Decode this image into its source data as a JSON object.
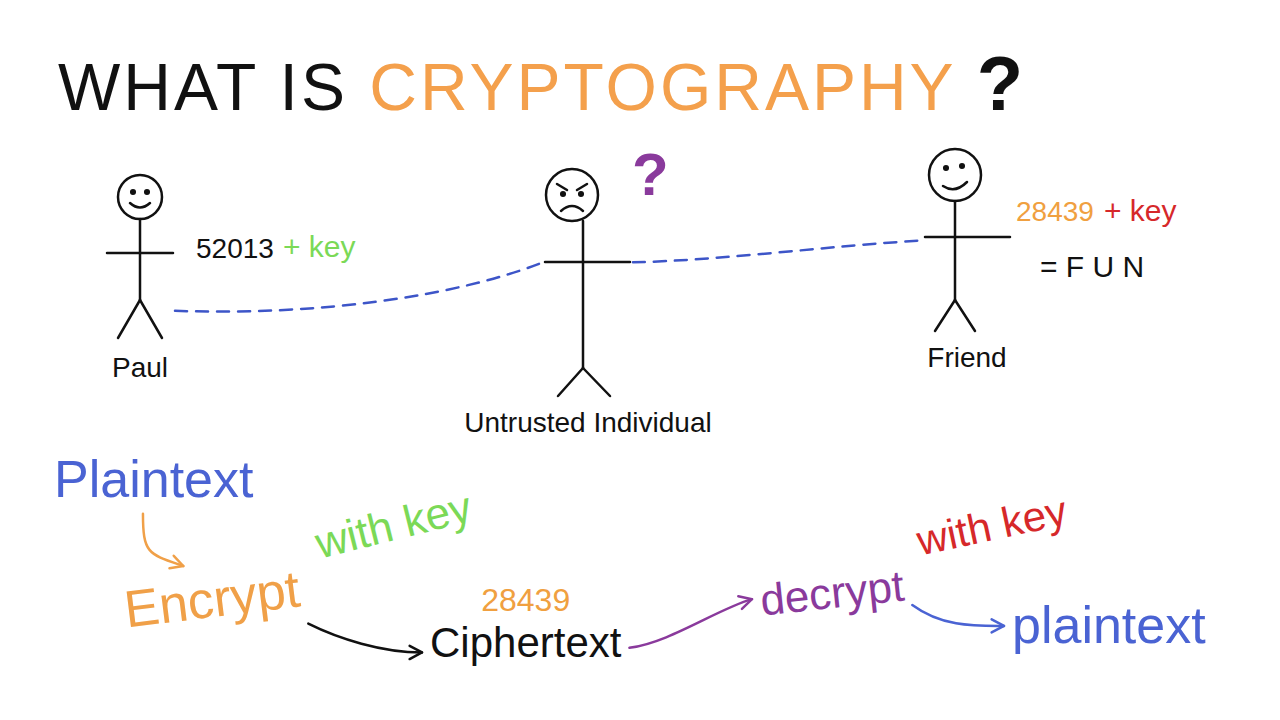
{
  "diagram": {
    "title": "WHAT IS CRYPTOGRAPHY ?",
    "nodes": [
      {
        "text": [
          "Paul"
        ]
      },
      {
        "text": [
          "Untrusted Individual"
        ]
      },
      {
        "text": [
          "Friend"
        ]
      },
      {
        "text": [
          "Plaintext"
        ]
      },
      {
        "text": [
          "Encrypt",
          "with key"
        ]
      },
      {
        "text": [
          "28439",
          "Ciphertext"
        ]
      },
      {
        "text": [
          "decrypt",
          "with key"
        ]
      },
      {
        "text": [
          "plaintext"
        ]
      }
    ],
    "edges": [
      {
        "from": 0,
        "to": 1,
        "arrow": "none"
      },
      {
        "from": 1,
        "to": 2,
        "arrow": "none"
      },
      {
        "from": 3,
        "to": 4,
        "arrow": "to"
      },
      {
        "from": 4,
        "to": 5,
        "arrow": "to"
      },
      {
        "from": 5,
        "to": 6,
        "arrow": "to"
      },
      {
        "from": 6,
        "to": 7,
        "arrow": "to"
      }
    ],
    "labels": [
      "52013",
      "+ key",
      "?",
      "28439",
      "+ key",
      "= F U N"
    ]
  }
}
